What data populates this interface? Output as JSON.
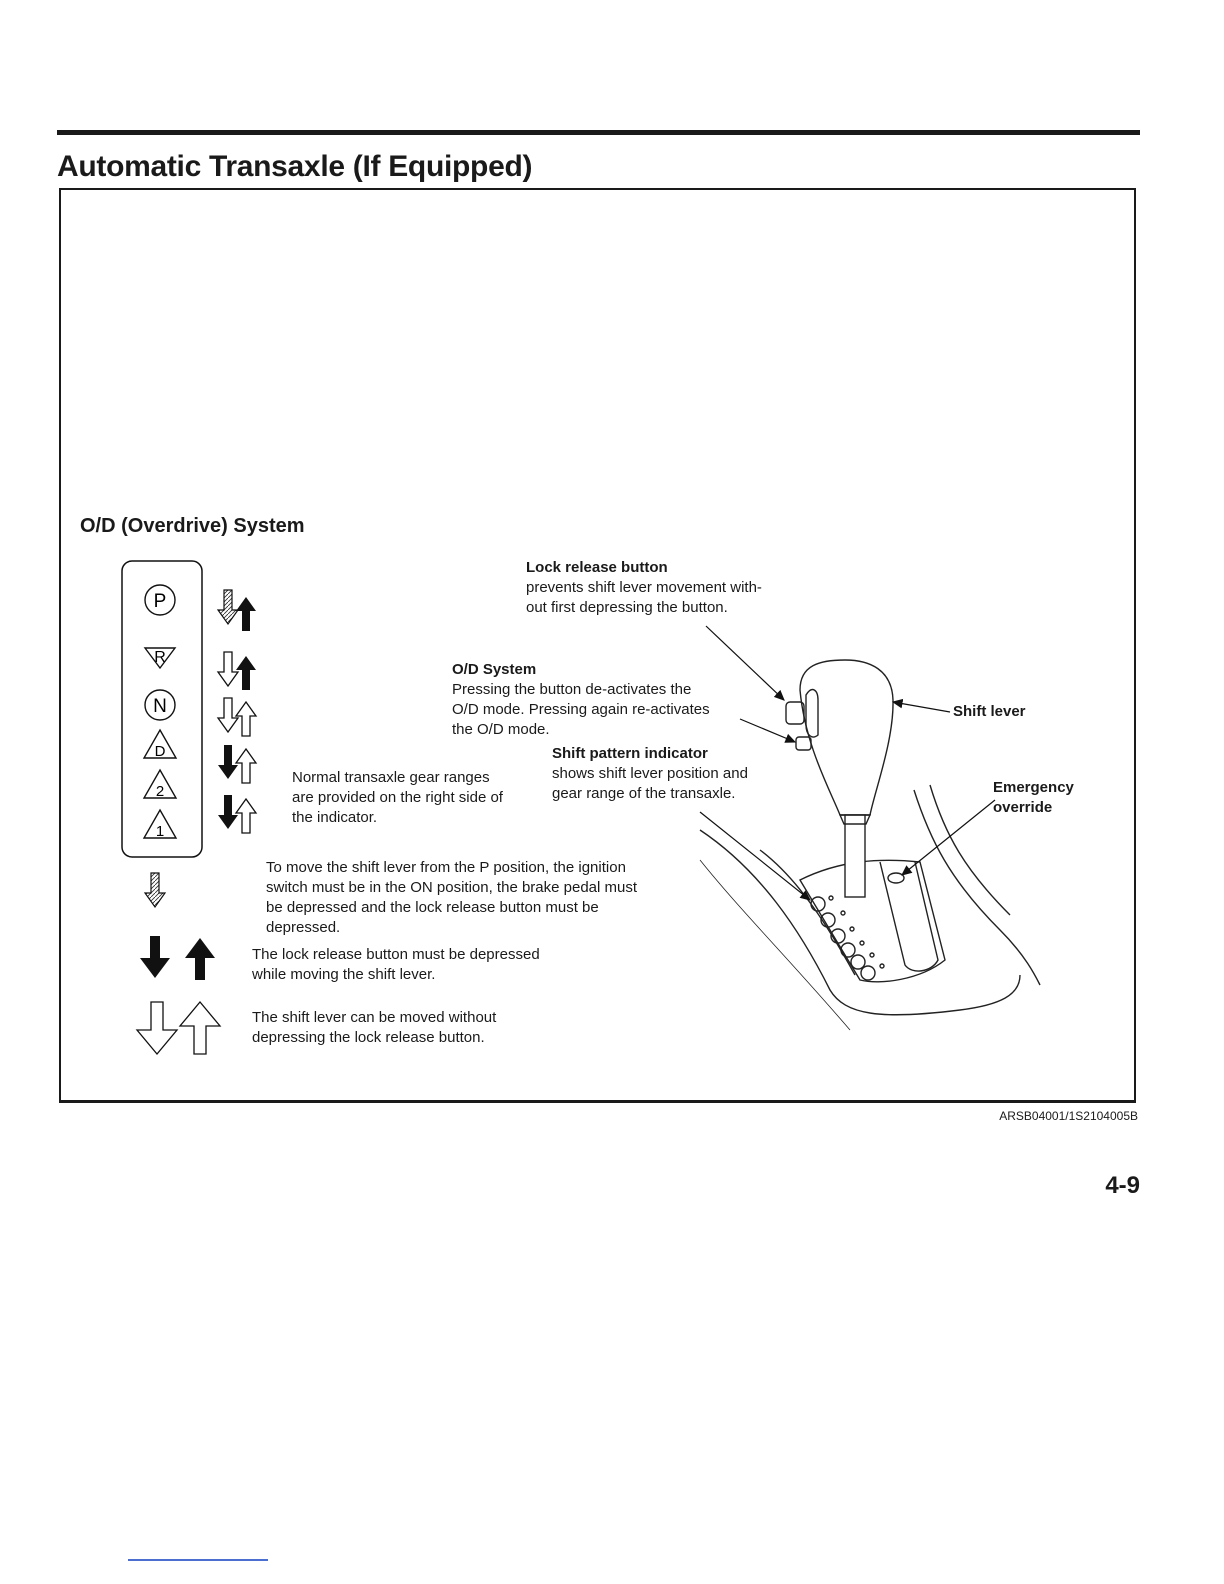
{
  "page": {
    "title": "Automatic Transaxle (If Equipped)",
    "page_number": "4-9",
    "figure_code": "ARSB04001/1S2104005B"
  },
  "figure": {
    "heading": "O/D (Overdrive) System",
    "gears": [
      "P",
      "R",
      "N",
      "D",
      "2",
      "1"
    ],
    "callouts": {
      "lock_release": {
        "title": "Lock release button",
        "lines": [
          "prevents shift lever movement with-",
          "out first depressing the button."
        ]
      },
      "od_system": {
        "title": "O/D System",
        "lines": [
          "Pressing the button de-activates the",
          "O/D mode. Pressing again re-activates",
          "the O/D mode."
        ]
      },
      "shift_pattern": {
        "title": "Shift pattern indicator",
        "lines": [
          "shows shift lever position and",
          "gear range of the transaxle."
        ]
      },
      "normal_ranges": {
        "lines": [
          "Normal transaxle gear ranges",
          "are provided on the right side of",
          "the indicator."
        ]
      },
      "shift_lever": "Shift lever",
      "emergency_override": [
        "Emergency",
        "override"
      ]
    },
    "legend": {
      "move_from_p": [
        "To move the shift lever from the P position, the ignition",
        "switch must be in the ON position, the brake pedal must",
        "be depressed and the lock release button must be",
        "depressed."
      ],
      "must_depress": [
        "The lock release button must be depressed",
        "while moving the shift lever."
      ],
      "without_depress": [
        "The shift lever can be moved without",
        "depressing the lock release button."
      ]
    }
  }
}
